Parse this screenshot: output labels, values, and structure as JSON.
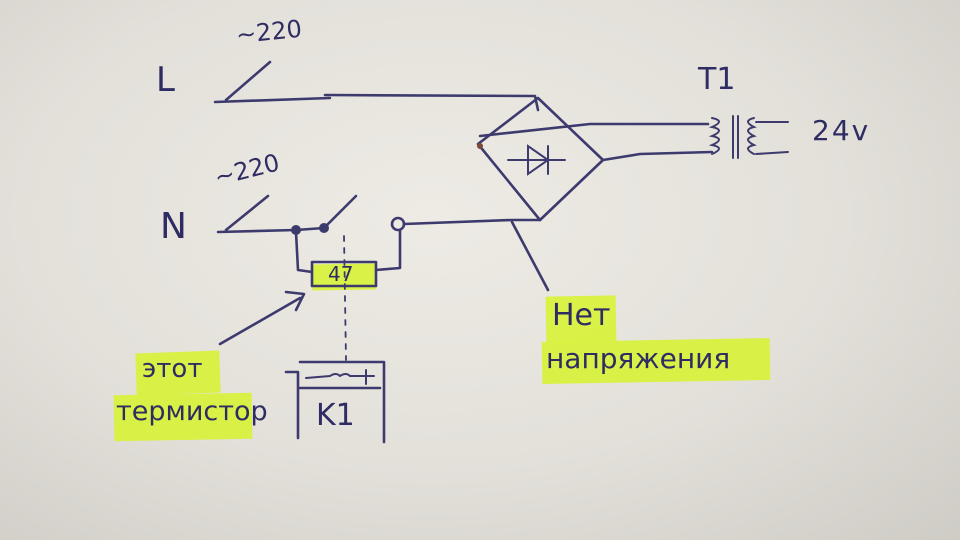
{
  "labels": {
    "line": "L",
    "line_voltage": "~220",
    "neutral": "N",
    "neutral_voltage": "~220",
    "transformer": "T1",
    "output_voltage": "24v",
    "thermistor_value": "47",
    "relay": "K1",
    "annotation_this_line1": "этот",
    "annotation_this_line2": "термистор",
    "annotation_novolt_line1": "Нет",
    "annotation_novolt_line2": "напряжения"
  },
  "colors": {
    "ink": "#3d3a6e",
    "highlight": "#d8f23a",
    "paper": "#eeebe5"
  }
}
